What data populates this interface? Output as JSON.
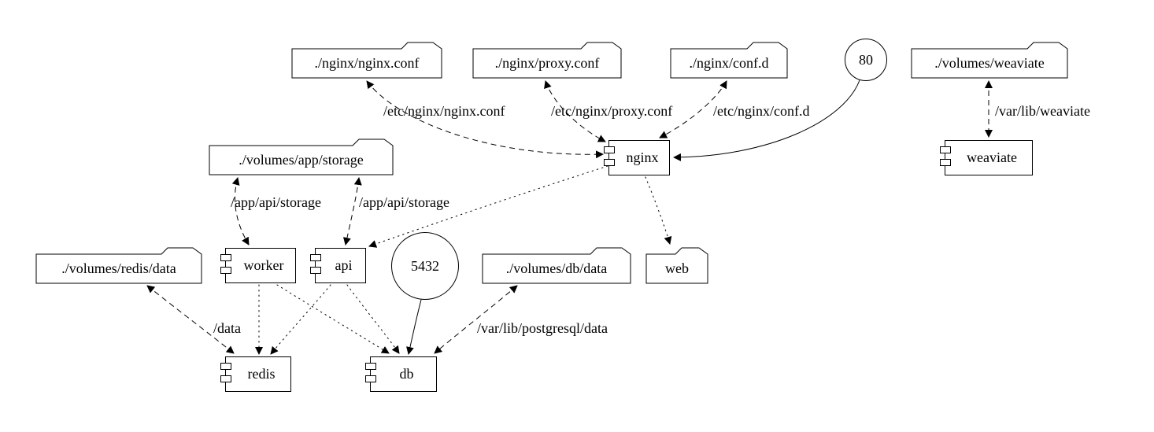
{
  "diagram": {
    "background": "#ffffff",
    "stroke_color": "#000000",
    "nodes": {
      "nginx_conf_file": {
        "label": "./nginx/nginx.conf",
        "shape": "folder"
      },
      "proxy_conf_file": {
        "label": "./nginx/proxy.conf",
        "shape": "folder"
      },
      "conf_d_folder": {
        "label": "./nginx/conf.d",
        "shape": "folder"
      },
      "port_80": {
        "label": "80",
        "shape": "circle"
      },
      "volumes_weaviate": {
        "label": "./volumes/weaviate",
        "shape": "folder"
      },
      "volumes_app_storage": {
        "label": "./volumes/app/storage",
        "shape": "folder"
      },
      "nginx": {
        "label": "nginx",
        "shape": "component"
      },
      "weaviate": {
        "label": "weaviate",
        "shape": "component"
      },
      "volumes_redis_data": {
        "label": "./volumes/redis/data",
        "shape": "folder"
      },
      "worker": {
        "label": "worker",
        "shape": "component"
      },
      "api": {
        "label": "api",
        "shape": "component"
      },
      "port_5432": {
        "label": "5432",
        "shape": "circle"
      },
      "volumes_db_data": {
        "label": "./volumes/db/data",
        "shape": "folder"
      },
      "web": {
        "label": "web",
        "shape": "folder"
      },
      "redis": {
        "label": "redis",
        "shape": "component"
      },
      "db": {
        "label": "db",
        "shape": "component"
      }
    },
    "edges": {
      "nginx_conf_mount": {
        "from": "nginx",
        "to": "./nginx/nginx.conf",
        "style": "dashed",
        "direction": "both",
        "label": "/etc/nginx/nginx.conf"
      },
      "proxy_conf_mount": {
        "from": "nginx",
        "to": "./nginx/proxy.conf",
        "style": "dashed",
        "direction": "both",
        "label": "/etc/nginx/proxy.conf"
      },
      "conf_d_mount": {
        "from": "nginx",
        "to": "./nginx/conf.d",
        "style": "dashed",
        "direction": "both",
        "label": "/etc/nginx/conf.d"
      },
      "port_80_to_nginx": {
        "from": "80",
        "to": "nginx",
        "style": "solid",
        "direction": "forward",
        "label": ""
      },
      "weaviate_mount": {
        "from": "weaviate",
        "to": "./volumes/weaviate",
        "style": "dashed",
        "direction": "both",
        "label": "/var/lib/weaviate"
      },
      "worker_storage_mount": {
        "from": "worker",
        "to": "./volumes/app/storage",
        "style": "dashed",
        "direction": "both",
        "label": "/app/api/storage"
      },
      "api_storage_mount": {
        "from": "api",
        "to": "./volumes/app/storage",
        "style": "dashed",
        "direction": "both",
        "label": "/app/api/storage"
      },
      "nginx_depends_api": {
        "from": "nginx",
        "to": "api",
        "style": "dotted",
        "direction": "forward",
        "label": ""
      },
      "nginx_depends_web": {
        "from": "nginx",
        "to": "web",
        "style": "dotted",
        "direction": "forward",
        "label": ""
      },
      "worker_depends_redis": {
        "from": "worker",
        "to": "redis",
        "style": "dotted",
        "direction": "forward",
        "label": ""
      },
      "worker_depends_db": {
        "from": "worker",
        "to": "db",
        "style": "dotted",
        "direction": "forward",
        "label": ""
      },
      "api_depends_redis": {
        "from": "api",
        "to": "redis",
        "style": "dotted",
        "direction": "forward",
        "label": ""
      },
      "api_depends_db": {
        "from": "api",
        "to": "db",
        "style": "dotted",
        "direction": "forward",
        "label": ""
      },
      "redis_data_mount": {
        "from": "redis",
        "to": "./volumes/redis/data",
        "style": "dashed",
        "direction": "both",
        "label": "/data"
      },
      "db_data_mount": {
        "from": "db",
        "to": "./volumes/db/data",
        "style": "dashed",
        "direction": "both",
        "label": "/var/lib/postgresql/data"
      },
      "port_5432_to_db": {
        "from": "5432",
        "to": "db",
        "style": "solid",
        "direction": "forward",
        "label": ""
      }
    }
  }
}
